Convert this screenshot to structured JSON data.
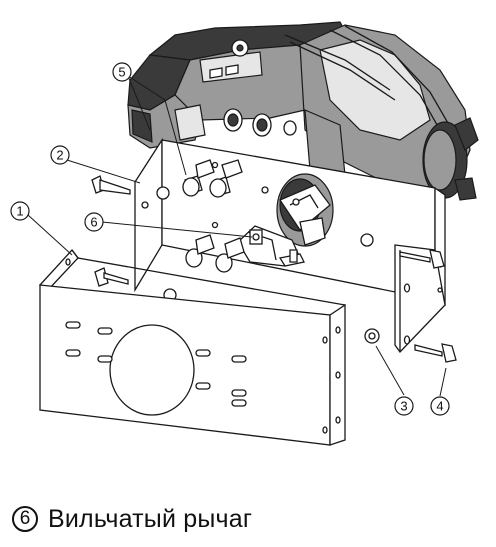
{
  "callouts": [
    {
      "id": "1",
      "label": "1"
    },
    {
      "id": "2",
      "label": "2"
    },
    {
      "id": "3",
      "label": "3"
    },
    {
      "id": "4",
      "label": "4"
    },
    {
      "id": "5",
      "label": "5"
    },
    {
      "id": "6",
      "label": "6"
    }
  ],
  "caption": {
    "number": "6",
    "text": "Вильчатый рычаг"
  }
}
